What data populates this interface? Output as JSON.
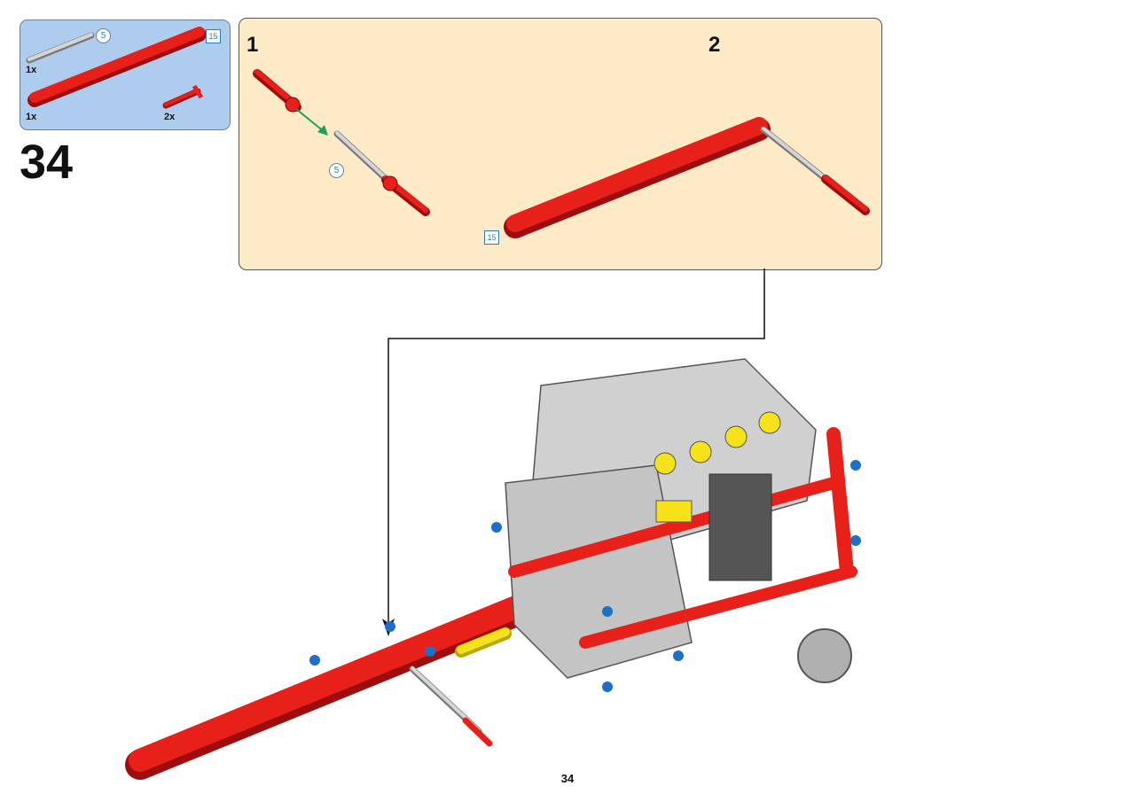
{
  "parts_list": {
    "items": [
      {
        "qty": "1x",
        "part": "axle",
        "length_label": "5"
      },
      {
        "qty": "1x",
        "part": "beam",
        "length_label": "15"
      },
      {
        "qty": "2x",
        "part": "axle pin"
      }
    ]
  },
  "step": {
    "number": "34"
  },
  "substeps": [
    {
      "number": "1",
      "axle_length_label": "5"
    },
    {
      "number": "2",
      "beam_length_label": "15"
    }
  ],
  "page": {
    "number": "34"
  },
  "colors": {
    "parts_bg": "#aecdee",
    "substep_bg": "#fdebc8",
    "red": "#e8201a",
    "gray": "#c8c8c8",
    "blue": "#1e6fc8",
    "yellow": "#f5e21a",
    "arrow_green": "#1ea35a"
  },
  "icons": [
    "axle-icon",
    "beam-icon",
    "axle-pin-icon",
    "insert-arrow-icon"
  ]
}
